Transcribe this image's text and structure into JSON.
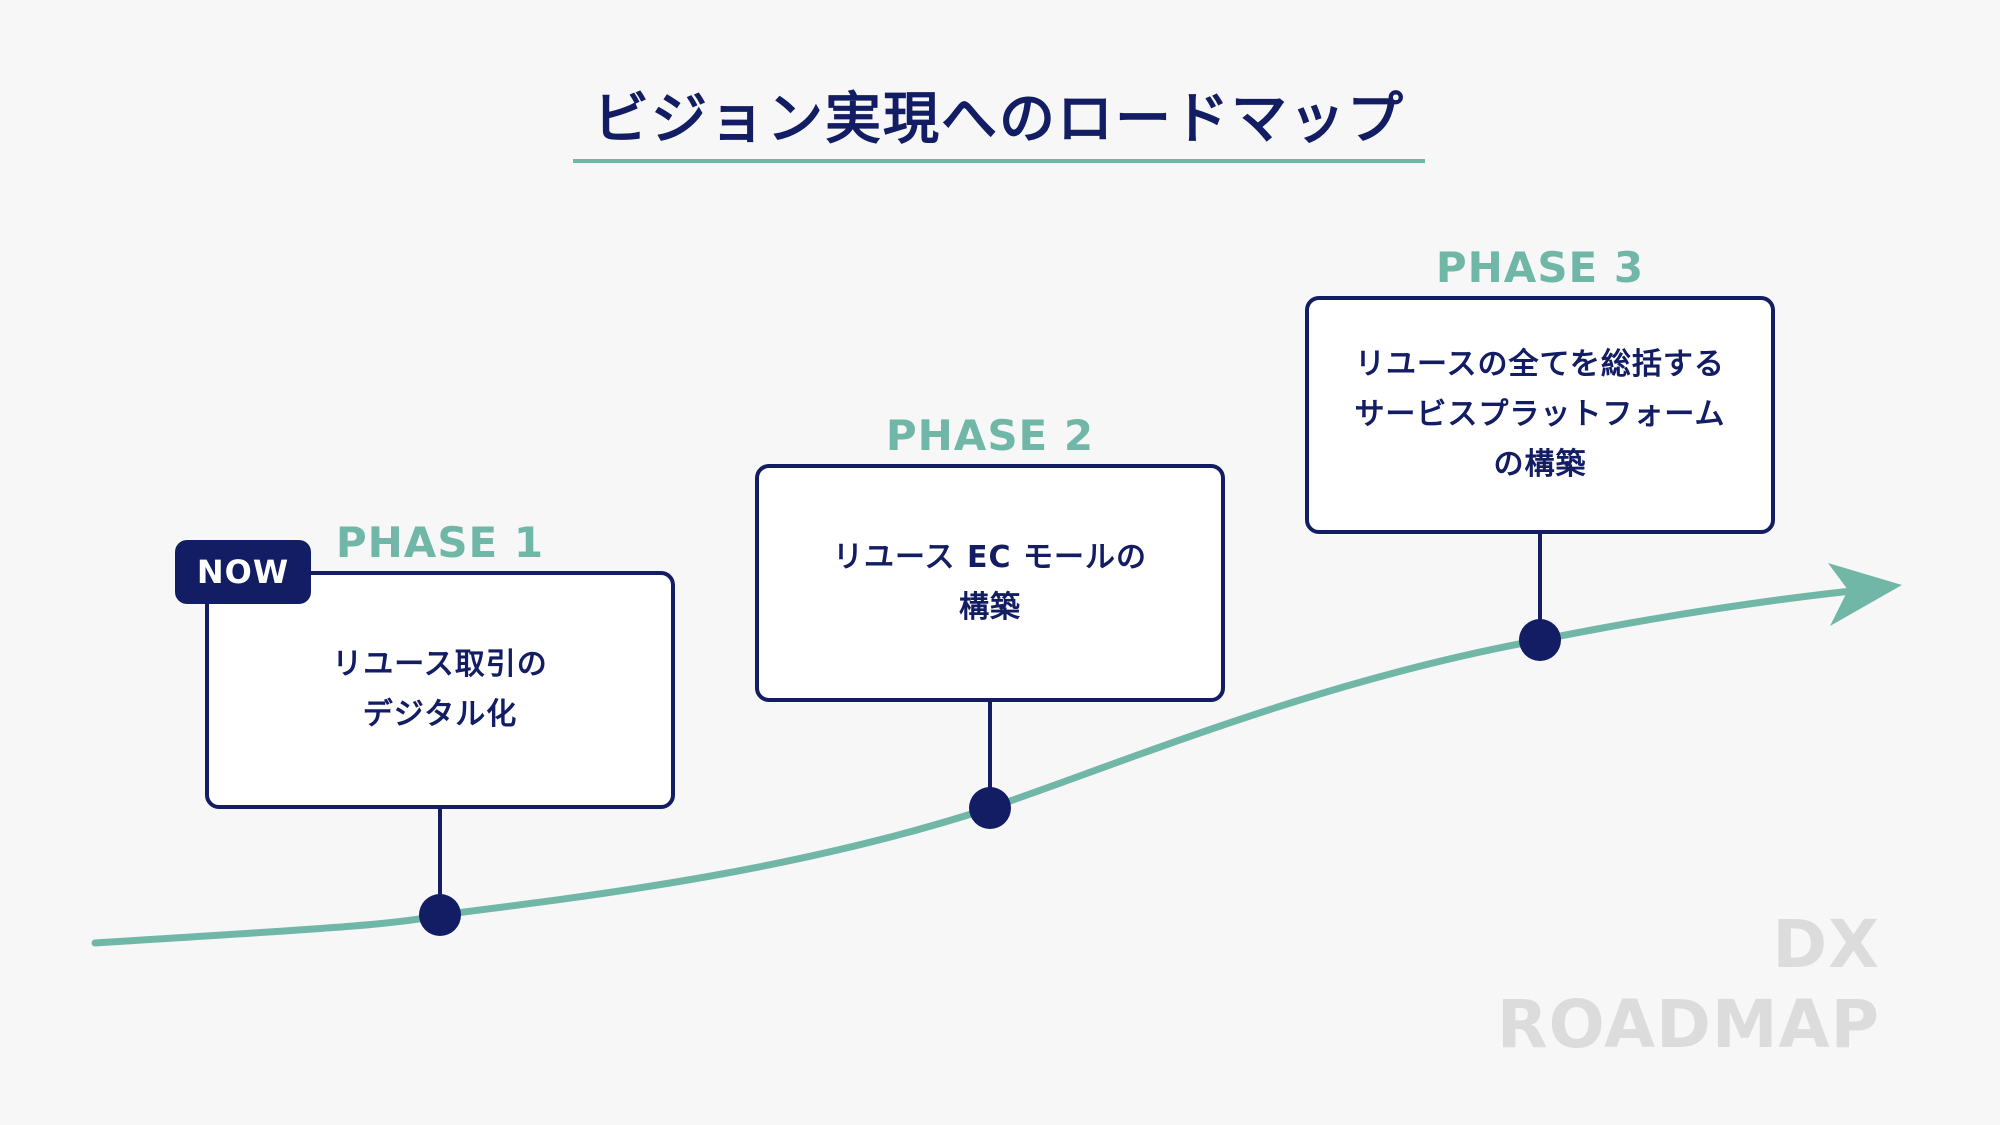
{
  "title": "ビジョン実現へのロードマップ",
  "now_badge": "NOW",
  "phases": [
    {
      "label": "PHASE 1",
      "text": "リユース取引の\nデジタル化"
    },
    {
      "label": "PHASE 2",
      "text": "リユース EC モールの\n構築"
    },
    {
      "label": "PHASE 3",
      "text": "リユースの全てを総括する\nサービスプラットフォーム\nの構築"
    }
  ],
  "watermark": "DX ROADMAP",
  "colors": {
    "navy": "#121d63",
    "teal": "#71b7a8",
    "background": "#f7f7f7",
    "watermark": "#dcdcdc"
  }
}
